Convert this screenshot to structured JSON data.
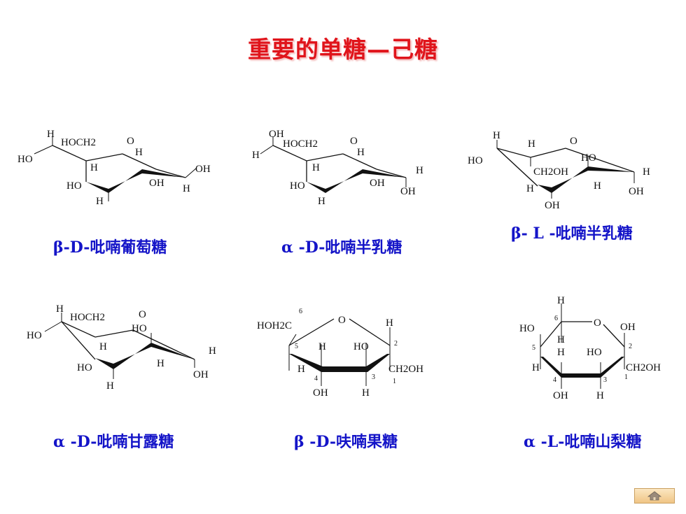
{
  "title": "重要的单糖—己糖",
  "structures": [
    {
      "caption": "β-D-吡喃葡萄糖",
      "labels": {
        "c5_up": "H",
        "ch2": "HOCH2",
        "ring_o": "O",
        "c4_left": "HO",
        "c1_up": "H",
        "c3_h": "H",
        "c1_right": "OH",
        "c4_down_left": "HO",
        "c2_down": "OH",
        "c1_down": "H",
        "c3_down": "H"
      }
    },
    {
      "caption": "α -D-吡喃半乳糖",
      "labels": {
        "c4_top": "OH",
        "ch2": "HOCH2",
        "ring_o": "O",
        "c4_left": "H",
        "c1_up": "H",
        "c3_h": "H",
        "c1_right": "H",
        "c4_down_left": "HO",
        "c2_down": "OH",
        "c1_down": "OH",
        "c3_down": "H"
      }
    },
    {
      "caption": "β- L -吡喃半乳糖",
      "labels": {
        "c4_top": "H",
        "c5_top": "H",
        "ring_o": "O",
        "c4_left": "HO",
        "c2_top": "HO",
        "ch2": "CH2OH",
        "c1_right": "H",
        "c3_left": "H",
        "c2_h": "H",
        "c1_down": "OH",
        "c3_down": "OH"
      }
    },
    {
      "caption": "α -D-吡喃甘露糖",
      "labels": {
        "c5_up": "H",
        "ch2": "HOCH2",
        "ring_o": "O",
        "c4_left": "HO",
        "c2_top": "HO",
        "c3_h": "H",
        "c1_right": "H",
        "c4_down_left": "HO",
        "c2_h": "H",
        "c1_down": "OH",
        "c3_down": "H"
      }
    },
    {
      "caption": "β -D-呋喃果糖",
      "labels": {
        "n6": "6",
        "ch2top": "HOH2C",
        "ring_o": "O",
        "c2_top": "H",
        "n5": "5",
        "c4_up": "H",
        "c3_up": "HO",
        "n2": "2",
        "c5_h": "H",
        "n4": "4",
        "n3": "3",
        "c2_ch2": "CH2OH",
        "n1": "1",
        "c4_down": "OH",
        "c3_down": "H"
      }
    },
    {
      "caption": "α -L-吡喃山梨糖",
      "labels": {
        "top_h": "H",
        "n6": "6",
        "ring_o": "O",
        "left_ho": "HO",
        "c6_h": "H",
        "right_oh": "OH",
        "n5": "5",
        "c5_h": "H",
        "c3_ho": "HO",
        "n2": "2",
        "c5_h2": "H",
        "c2_ch2": "CH2OH",
        "n4": "4",
        "n3": "3",
        "n1": "1",
        "c4_oh": "OH",
        "c3_h": "H"
      }
    }
  ],
  "home_button": {
    "icon": "home-icon"
  }
}
